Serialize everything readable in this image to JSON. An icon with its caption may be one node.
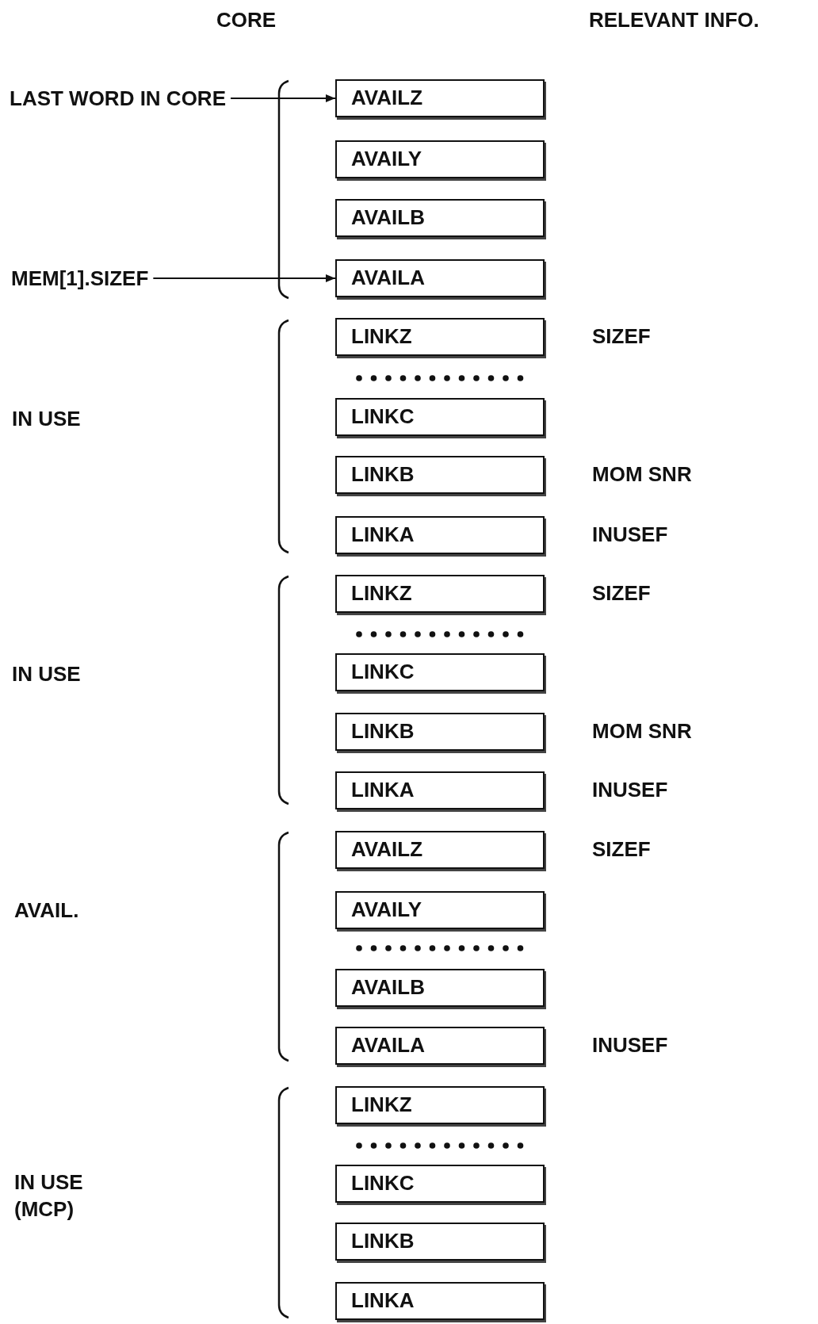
{
  "diagram": {
    "nodes": [
      {
        "text": [
          "LAST WORD IN CORE"
        ]
      },
      {
        "text": [
          "AVAILZ"
        ]
      },
      {
        "text": [
          "AVAILY"
        ]
      },
      {
        "text": [
          "AVAILB"
        ]
      },
      {
        "text": [
          "MEM[1].SIZEF"
        ]
      },
      {
        "text": [
          "AVAILA"
        ]
      },
      {
        "text": [
          "LINKZ"
        ],
        "beside": [
          "SIZEF"
        ]
      },
      {
        "text": [
          "LINKC"
        ]
      },
      {
        "text": [
          "LINKB"
        ],
        "beside": [
          "MOM SNR"
        ]
      },
      {
        "text": [
          "LINKA"
        ],
        "beside": [
          "INUSEF"
        ]
      },
      {
        "text": [
          "LINKZ"
        ],
        "beside": [
          "SIZEF"
        ]
      },
      {
        "text": [
          "LINKC"
        ]
      },
      {
        "text": [
          "LINKB"
        ],
        "beside": [
          "MOM SNR"
        ]
      },
      {
        "text": [
          "LINKA"
        ],
        "beside": [
          "INUSEF"
        ]
      },
      {
        "text": [
          "AVAILZ"
        ],
        "beside": [
          "SIZEF"
        ]
      },
      {
        "text": [
          "AVAILY"
        ]
      },
      {
        "text": [
          "AVAILB"
        ]
      },
      {
        "text": [
          "AVAILA"
        ],
        "beside": [
          "INUSEF"
        ]
      },
      {
        "text": [
          "LINKZ"
        ]
      },
      {
        "text": [
          "LINKC"
        ]
      },
      {
        "text": [
          "LINKB"
        ]
      },
      {
        "text": [
          "LINKA"
        ]
      }
    ],
    "edges": [
      {
        "from": 0,
        "to": 1,
        "arrow": "to"
      },
      {
        "from": 4,
        "to": 5,
        "arrow": "to"
      }
    ],
    "labels": [
      "CORE",
      "RELEVANT INFO.",
      "IN USE",
      "IN USE",
      "AVAIL.",
      "IN USE (MCP)"
    ]
  }
}
